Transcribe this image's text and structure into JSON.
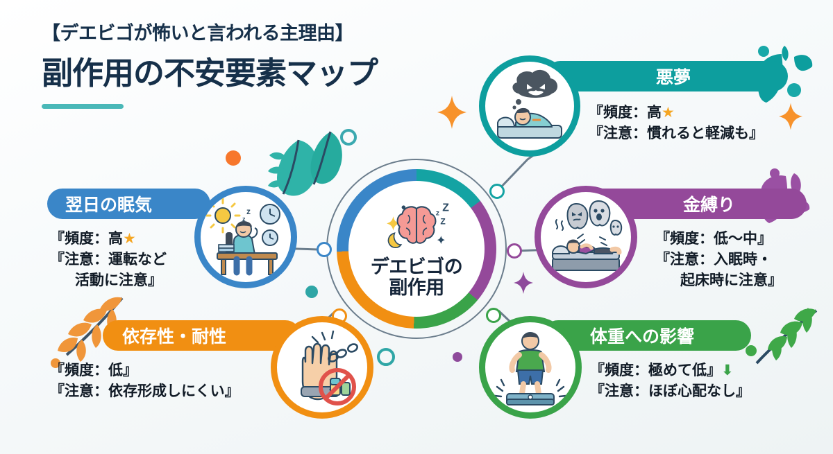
{
  "header": {
    "kicker": "【デエビゴが怖いと言われる主理由】",
    "title": "副作用の不安要素マップ"
  },
  "hub": {
    "label_line1": "デエビゴの",
    "label_line2": "副作用",
    "icon": "brain-sleep-icon",
    "ring_colors": [
      "#3a86c8",
      "#14a3a3",
      "#94499a",
      "#3aa349",
      "#f18f12"
    ]
  },
  "cards": [
    {
      "id": "nightmare",
      "title": "悪夢",
      "color": "#14a3a3",
      "icon": "sleeping-person-nightmare-icon",
      "lines": [
        {
          "text": "『頻度：高",
          "badge": "★",
          "badge_color": "#f5a623",
          "indent": false
        },
        {
          "text": "『注意：慣れると軽減も』",
          "indent": false
        }
      ]
    },
    {
      "id": "daytime-sleepiness",
      "title": "翌日の眠気",
      "color": "#3a86c8",
      "icon": "tired-office-worker-icon",
      "lines": [
        {
          "text": "『頻度：高",
          "badge": "★",
          "badge_color": "#f5a623",
          "indent": false
        },
        {
          "text": "『注意：運転など",
          "indent": false
        },
        {
          "text": "活動に注意』",
          "indent": true
        }
      ]
    },
    {
      "id": "sleep-paralysis",
      "title": "金縛り",
      "color": "#94499a",
      "icon": "sleep-paralysis-ghost-icon",
      "lines": [
        {
          "text": "『頻度：低〜中』",
          "indent": false
        },
        {
          "text": "『注意：入眠時・",
          "indent": false
        },
        {
          "text": "起床時に注意』",
          "indent": true
        }
      ]
    },
    {
      "id": "dependence-tolerance",
      "title": "依存性・耐性",
      "color": "#f18f12",
      "icon": "hand-broken-chain-no-pill-icon",
      "lines": [
        {
          "text": "『頻度：低』",
          "indent": false
        },
        {
          "text": "『注意：依存形成しにくい』",
          "indent": false
        }
      ]
    },
    {
      "id": "weight-impact",
      "title": "体重への影響",
      "color": "#3aa349",
      "icon": "person-on-scale-icon",
      "lines": [
        {
          "text": "『頻度：極めて低』",
          "badge": "⬇",
          "badge_color": "#3aa349",
          "indent": false
        },
        {
          "text": "『注意：ほぼ心配なし』",
          "indent": false
        }
      ]
    }
  ],
  "decorations": {
    "teal_leaves": "leaf-pair-teal",
    "orange_branch": "leaf-branch-orange",
    "green_branch": "leaf-branch-green",
    "teal_splash": "splash-teal",
    "purple_splash": "splash-purple",
    "sparkle_orange": "sparkle-orange",
    "sparkle_purple": "sparkle-purple",
    "accent_rule": "#4ab8b8"
  }
}
